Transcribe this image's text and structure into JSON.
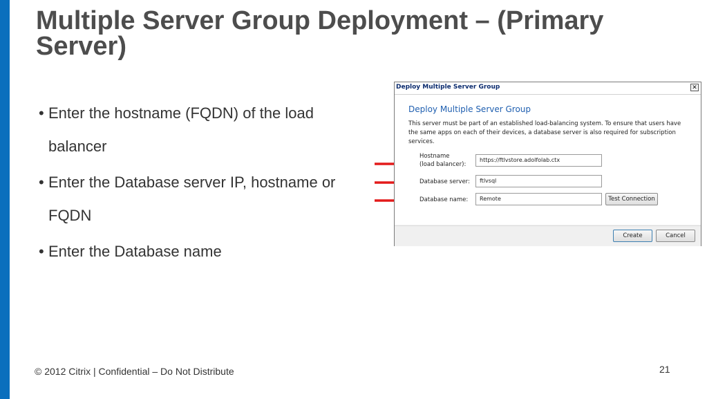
{
  "slide": {
    "title": "Multiple Server Group Deployment – (Primary Server)",
    "bullets": [
      "Enter the hostname (FQDN) of the load balancer",
      "Enter the Database server IP, hostname or FQDN",
      "Enter the Database name"
    ],
    "bullet_glyph": "•",
    "footer": "© 2012 Citrix | Confidential – Do Not Distribute",
    "page_number": "21"
  },
  "dialog": {
    "window_title": "Deploy Multiple Server Group",
    "close_glyph": "✕",
    "heading": "Deploy Multiple Server Group",
    "description": "This server must be part of an established load-balancing system. To ensure that users have the same apps on each of their devices, a database server is also required for subscription services.",
    "fields": {
      "hostname": {
        "label_line1": "Hostname",
        "label_line2": "(load balancer):",
        "value": "https://ftlvstore.adolfolab.ctx"
      },
      "db_server": {
        "label": "Database server:",
        "value": "ftlvsql"
      },
      "db_name": {
        "label": "Database name:",
        "value": "Remote"
      }
    },
    "test_connection_label": "Test Connection",
    "create_label": "Create",
    "cancel_label": "Cancel"
  },
  "colors": {
    "accent_bar": "#0a6fbd",
    "title_text": "#4d4d4d",
    "dialog_heading": "#1f5fb0",
    "arrow": "#e31b1b"
  },
  "icons": [
    "close-icon",
    "red-arrow-icon"
  ]
}
